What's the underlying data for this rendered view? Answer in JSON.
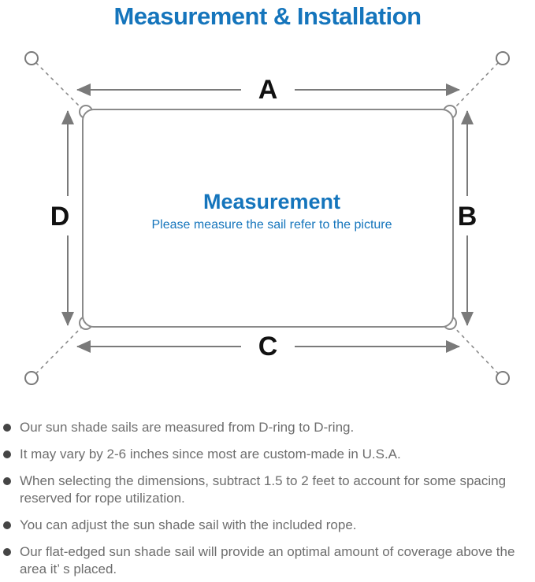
{
  "page": {
    "title": "Measurement & Installation"
  },
  "colors": {
    "accent_blue": "#1575bc",
    "sail_outline_gray": "#8a8a8a",
    "arrow_gray": "#7a7a7a",
    "note_text_gray": "#6e6e6e",
    "dimension_label_black": "#111111"
  },
  "diagram": {
    "dimension_labels": {
      "top": "A",
      "right": "B",
      "bottom": "C",
      "left": "D"
    },
    "center": {
      "heading": "Measurement",
      "subheading": "Please measure the sail refer to the picture"
    }
  },
  "notes": {
    "items": [
      "Our sun shade sails are measured from D-ring to D-ring.",
      "It may vary by 2-6 inches since most are custom-made in U.S.A.",
      "When selecting the dimensions, subtract 1.5 to 2 feet to account for some spacing reserved for rope utilization.",
      "You can adjust the sun shade sail with the included rope.",
      "Our flat-edged sun shade sail will provide an optimal amount of coverage above the area it’ s placed."
    ]
  }
}
